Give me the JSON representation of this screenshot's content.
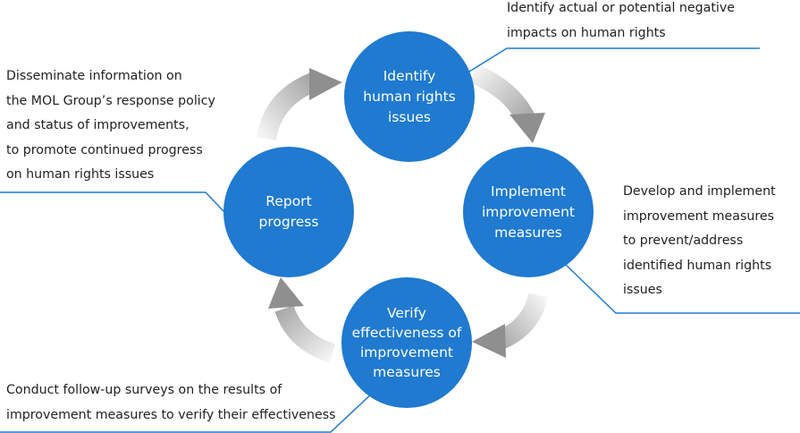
{
  "colors": {
    "circle_fill": "#1f7ad0",
    "connector_line": "#1f7ad0",
    "arrow_gradient_light": "#f4f4f4",
    "arrow_gradient_dark": "#8f8f8f"
  },
  "cycle": {
    "identify": {
      "lines": [
        "Identify",
        "human rights",
        "issues"
      ]
    },
    "implement": {
      "lines": [
        "Implement",
        "improvement",
        "measures"
      ]
    },
    "verify": {
      "lines": [
        "Verify",
        "effectiveness of",
        "improvement",
        "measures"
      ]
    },
    "report": {
      "lines": [
        "Report",
        "progress"
      ]
    }
  },
  "descriptions": {
    "identify": [
      "Identify actual or potential negative",
      "impacts on human rights"
    ],
    "implement": [
      "Develop and implement",
      "improvement measures",
      "to prevent/address",
      "identified human rights",
      "issues"
    ],
    "verify": [
      "Conduct follow-up surveys on the results of",
      "improvement measures to verify their effectiveness"
    ],
    "report": [
      "Disseminate information on",
      "the MOL Group’s response policy",
      "and status of improvements,",
      "to promote continued progress",
      "on human rights issues"
    ]
  }
}
